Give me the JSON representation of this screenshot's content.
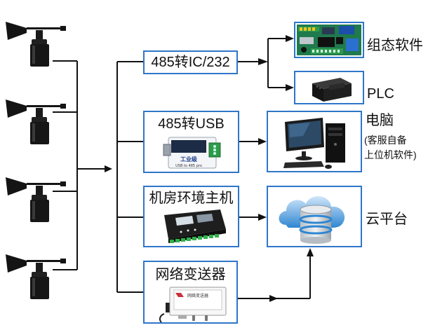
{
  "converters": {
    "rs485_ic232": "485转IC/232",
    "rs485_usb": "485转USB",
    "machine_room_host": "机房环境主机",
    "network_transmitter": "网络变送器"
  },
  "outputs": {
    "config_software": "组态软件",
    "plc": "PLC",
    "computer": "电脑",
    "computer_note_line1": "(客服自备",
    "computer_note_line2": "上位机软件)",
    "cloud_platform": "云平台"
  },
  "device_labels": {
    "usb_converter_brand": "工业级",
    "usb_converter_model": "USB to 485 pro",
    "transmitter_plate": "网络变送器"
  },
  "colors": {
    "box_border": "#2f76c9",
    "line": "#111111",
    "sensor": "#111111"
  },
  "icons": {
    "sensor": "wind-direction-sensor-icon",
    "board": "circuit-board-icon",
    "plc": "plc-module-icon",
    "computer": "desktop-computer-icon",
    "cloud": "cloud-database-icon"
  }
}
